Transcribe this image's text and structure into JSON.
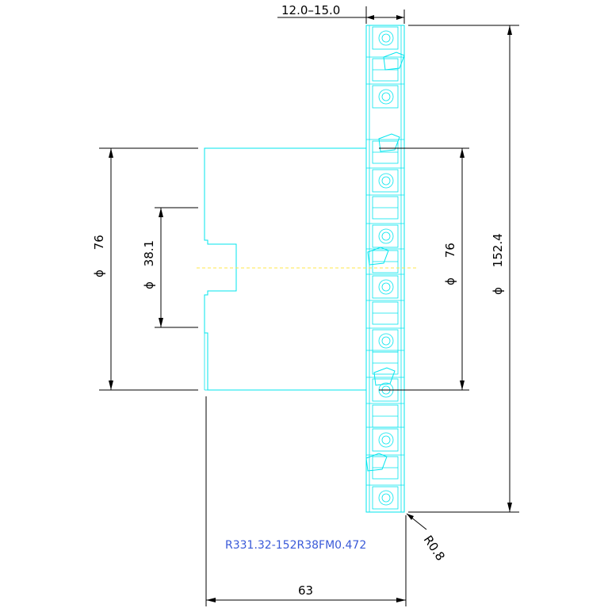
{
  "dimensions": {
    "cut_depth": "12.0–15.0",
    "hub_diameter": "76",
    "bore_diameter": "38.1",
    "body_diameter": "76",
    "cutter_diameter": "152.4",
    "width": "63",
    "corner_radius": "R0.8",
    "diameter_symbol": "ϕ"
  },
  "model_code": "R331.32-152R38FM0.472",
  "colors": {
    "part": "#00e5ee",
    "dimension": "#000000",
    "centerline": "#ffe74a",
    "model_text": "#3a5ad8"
  }
}
